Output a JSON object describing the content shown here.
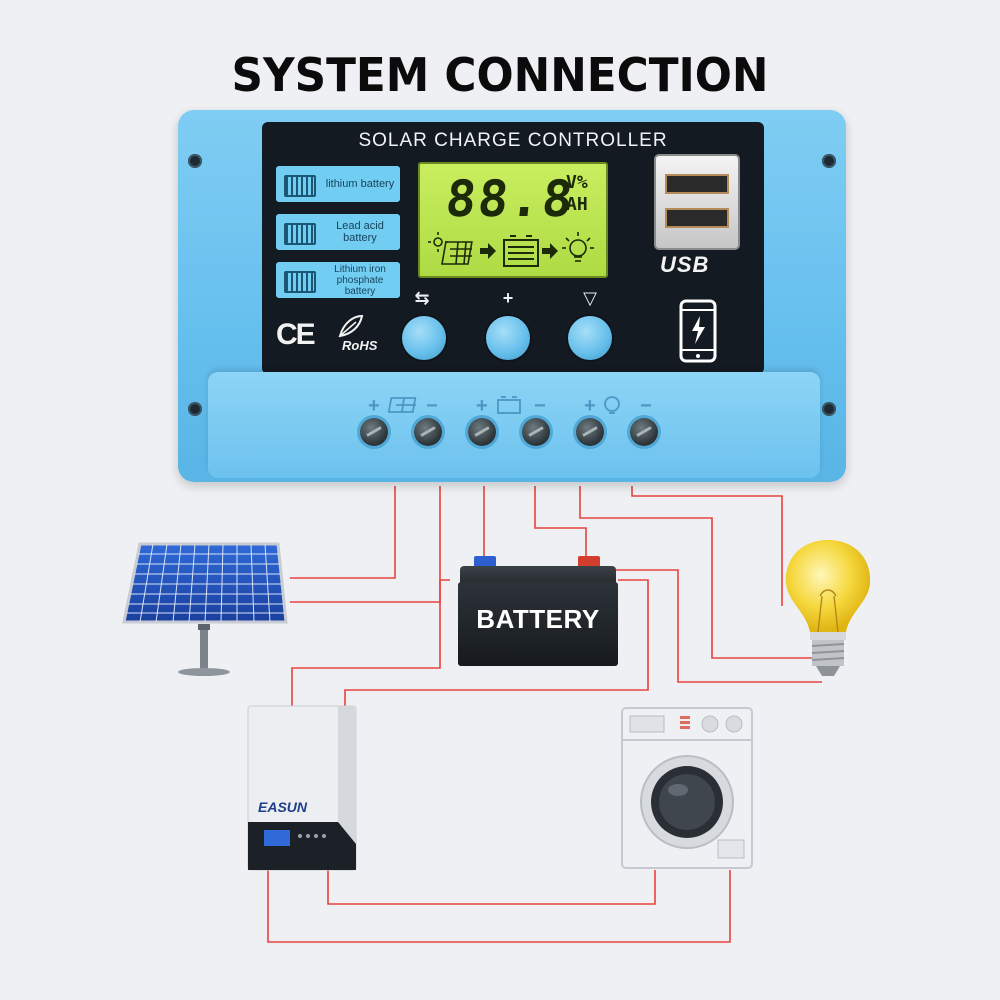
{
  "title": "SYSTEM CONNECTION",
  "controller": {
    "panel_title": "SOLAR CHARGE CONTROLLER",
    "battery_types": [
      {
        "label": "lithium battery"
      },
      {
        "label": "Lead acid battery"
      },
      {
        "label": "Lithium iron phosphate battery"
      }
    ],
    "lcd": {
      "digits": "88.8",
      "unit_top": "V%",
      "unit_bottom": "AH"
    },
    "usb_label": "USB",
    "certifications": {
      "ce": "CE",
      "rohs": "RoHS"
    },
    "buttons": [
      {
        "name": "menu-button",
        "symbol": "⇆"
      },
      {
        "name": "plus-button",
        "symbol": "+"
      },
      {
        "name": "down-button",
        "symbol": "▽"
      }
    ],
    "terminal_polarity": [
      "+",
      "−",
      "+",
      "−",
      "+",
      "−"
    ]
  },
  "battery": {
    "label": "BATTERY"
  },
  "brand_label": "EASUN",
  "colors": {
    "wire": "#e8423f",
    "controller_blue": "#6cc2ee",
    "panel_black": "#141a22",
    "lcd_green": "#bce551"
  },
  "icons": [
    "solar-panel-icon",
    "battery-icon",
    "bulb-icon",
    "inverter-icon",
    "washing-machine-icon",
    "phone-icon"
  ]
}
